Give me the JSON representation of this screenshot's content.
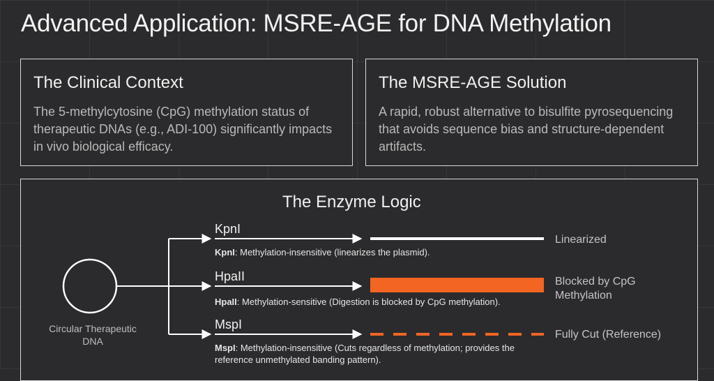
{
  "title": "Advanced Application: MSRE-AGE for DNA Methylation",
  "cards": {
    "clinical": {
      "heading": "The Clinical Context",
      "body": "The 5-methylcytosine (CpG) methylation status of therapeutic DNAs (e.g., ADI-100) significantly impacts in vivo biological efficacy."
    },
    "solution": {
      "heading": "The MSRE-AGE Solution",
      "body": "A rapid, robust alternative to bisulfite pyrosequencing that avoids sequence bias and structure-dependent artifacts."
    }
  },
  "logic": {
    "title": "The Enzyme Logic",
    "source_label": "Circular Therapeutic DNA",
    "enzymes": [
      {
        "name": "KpnI",
        "desc_bold": "KpnI",
        "desc_rest": ": Methylation-insensitive (linearizes the plasmid).",
        "result": "Linearized",
        "band_style": "solid-thin",
        "band_color": "#ffffff"
      },
      {
        "name": "HpaII",
        "desc_bold": "HpaII",
        "desc_rest": ": Methylation-sensitive (Digestion is blocked by CpG methylation).",
        "result": "Blocked by CpG Methylation",
        "band_style": "solid-thick",
        "band_color": "#f26522"
      },
      {
        "name": "MspI",
        "desc_bold": "MspI",
        "desc_rest": ": Methylation-insensitive (Cuts regardless of methylation; provides the reference unmethylated banding pattern).",
        "result": "Fully Cut (Reference)",
        "band_style": "dashed",
        "band_color": "#f26522"
      }
    ]
  },
  "colors": {
    "background": "#2b2b2d",
    "accent": "#f26522",
    "border": "#d9d9d9"
  }
}
